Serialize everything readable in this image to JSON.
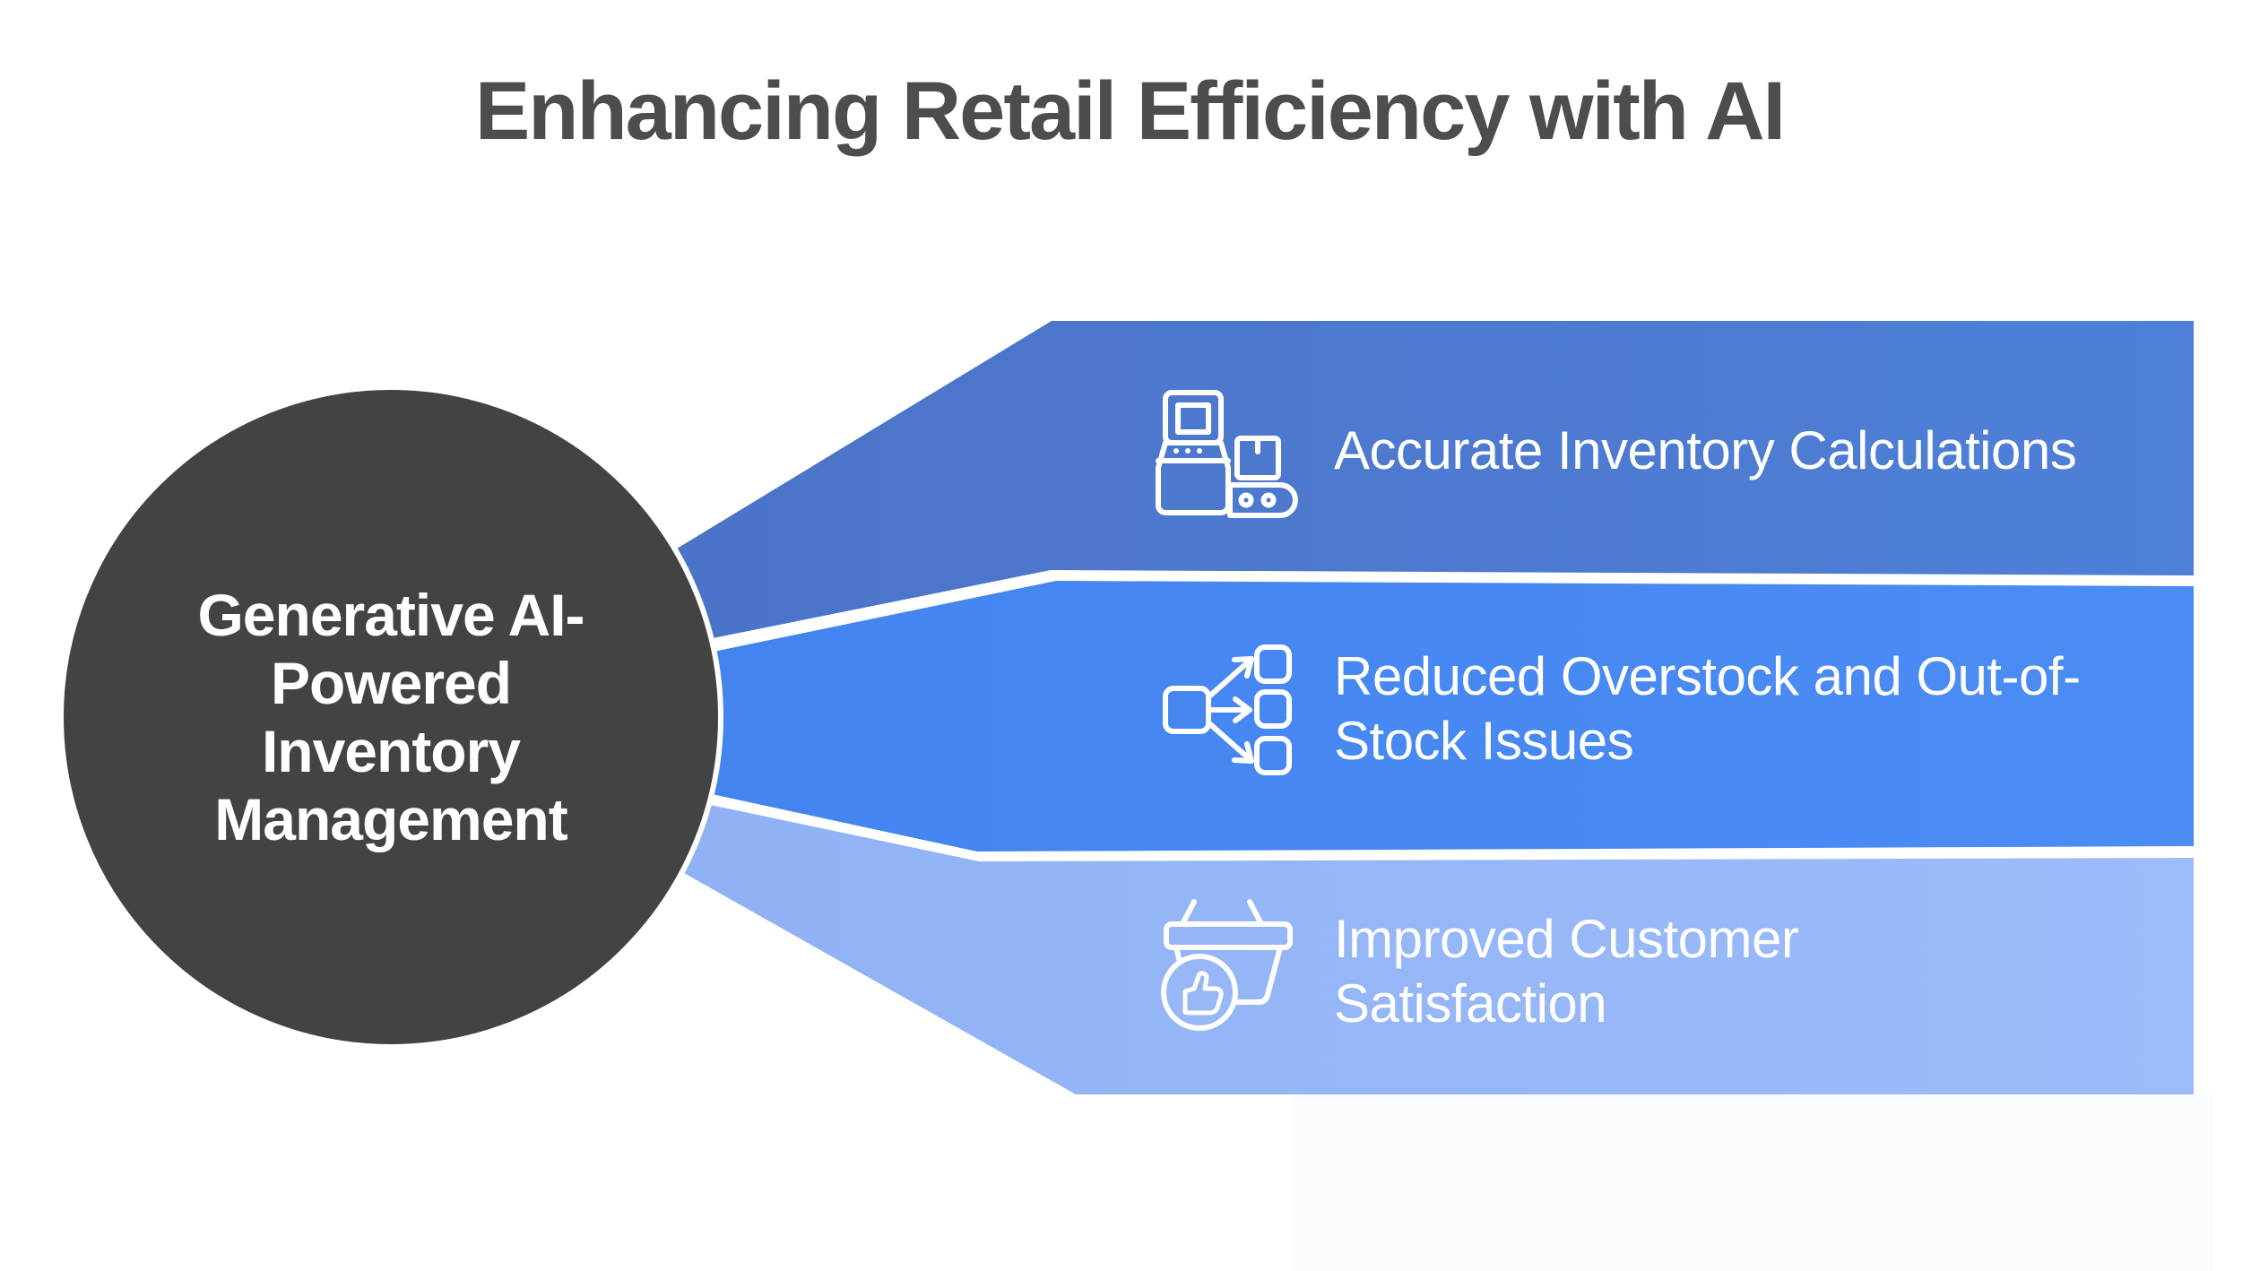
{
  "page": {
    "title": "Enhancing Retail Efficiency with AI",
    "background_color": "#ffffff",
    "title_color": "#4d4d4d"
  },
  "hub": {
    "label_lines": [
      "Generative AI-",
      "Powered",
      "Inventory",
      "Management"
    ],
    "fill_color": "#434343",
    "text_color": "#ffffff"
  },
  "benefits": [
    {
      "label_lines": [
        "Accurate Inventory Calculations"
      ],
      "icon": "inventory-kiosk-conveyor-icon",
      "fill_color": "#4d7ad0"
    },
    {
      "label_lines": [
        "Reduced Overstock and Out-of-",
        "Stock Issues"
      ],
      "icon": "distribution-arrows-icon",
      "fill_color": "#478af3"
    },
    {
      "label_lines": [
        "Improved Customer",
        "Satisfaction"
      ],
      "icon": "basket-thumbs-up-icon",
      "fill_color": "#97b7f7"
    }
  ]
}
